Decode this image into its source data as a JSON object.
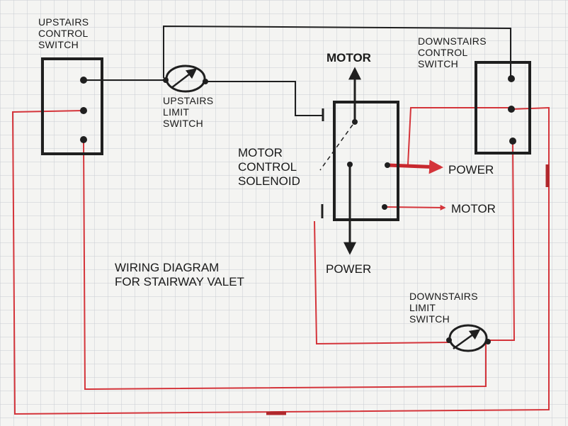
{
  "title": [
    "WIRING DIAGRAM",
    "FOR STAIRWAY VALET"
  ],
  "upstairs_control_switch": [
    "UPSTAIRS",
    "CONTROL",
    "SWITCH"
  ],
  "downstairs_control_switch": [
    "DOWNSTAIRS",
    "CONTROL",
    "SWITCH"
  ],
  "upstairs_limit_switch": [
    "UPSTAIRS",
    "LIMIT",
    "SWITCH"
  ],
  "downstairs_limit_switch": [
    "DOWNSTAIRS",
    "LIMIT",
    "SWITCH"
  ],
  "motor_control_solenoid": [
    "MOTOR",
    "CONTROL",
    "SOLENOID"
  ],
  "motor_top": "MOTOR",
  "power_right": "POWER",
  "motor_right": "MOTOR",
  "power_bottom": "POWER",
  "colors": {
    "paper": "#f4f4f2",
    "grid": "#c9ccd3",
    "ink": "#1f1f1f",
    "red_wire": "#d4343a"
  }
}
